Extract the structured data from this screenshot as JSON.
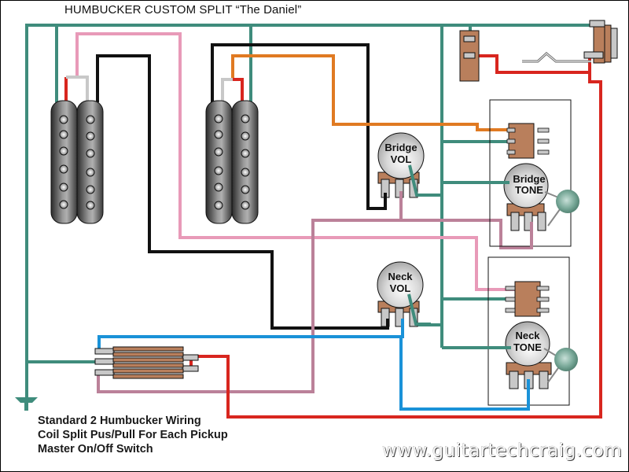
{
  "title": "HUMBUCKER CUSTOM SPLIT “The Daniel”",
  "notes": [
    "Standard 2 Humbucker Wiring",
    "Coil Split Pus/Pull For Each Pickup",
    "Master On/Off Switch"
  ],
  "watermark": "www.guitartechcraig.com",
  "components": {
    "bridge_vol": {
      "line1": "Bridge",
      "line2": "VOL"
    },
    "neck_vol": {
      "line1": "Neck",
      "line2": "VOL"
    },
    "bridge_tone": {
      "line1": "Bridge",
      "line2": "TONE"
    },
    "neck_tone": {
      "line1": "Neck",
      "line2": "TONE"
    }
  },
  "wire_colors": {
    "ground": "#3f8c7c",
    "hot_red": "#d8261f",
    "pink": "#e89ab8",
    "mauve": "#bb8199",
    "black": "#111111",
    "orange": "#e07a22",
    "blue": "#1a92d8",
    "white": "#c8c8c8"
  }
}
